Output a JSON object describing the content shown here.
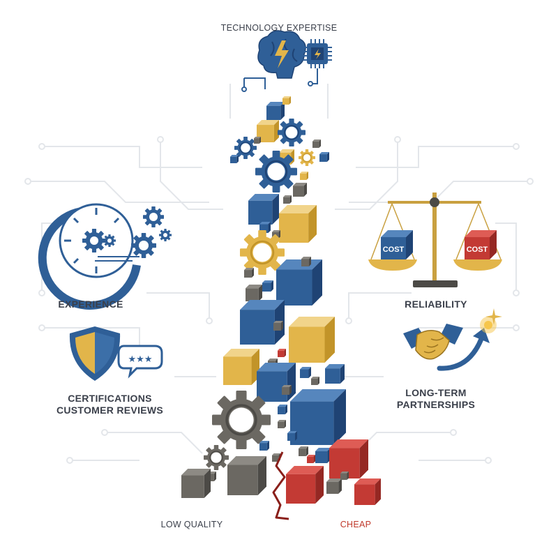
{
  "colors": {
    "blue": "#2f5f97",
    "blue_dark": "#1f4374",
    "gold": "#e2b54a",
    "gold_dark": "#c29429",
    "gray": "#6b6862",
    "gray_dark": "#4c4a46",
    "red": "#c33a34",
    "red_dark": "#952823",
    "circuit": "#e3e6ea"
  },
  "icons": [
    "brain-lightning-icon",
    "chip-icon",
    "clock-gears-icon",
    "shield-stars-icon",
    "balance-scale-icon",
    "handshake-icon",
    "growth-arrow-icon"
  ],
  "labels": {
    "technology_expertise": "TECHNOLOGY EXPERTISE",
    "experience": "EXPERIENCE",
    "certifications": "CERTIFICATIONS",
    "customer_reviews": "CUSTOMER REVIEWS",
    "reliability": "RELIABILITY",
    "long_term_1": "LONG-TERM",
    "long_term_2": "PARTNERSHIPS",
    "low_quality": "LOW QUALITY",
    "cheap": "CHEAP",
    "cost_left": "COST",
    "cost_right": "COST"
  }
}
